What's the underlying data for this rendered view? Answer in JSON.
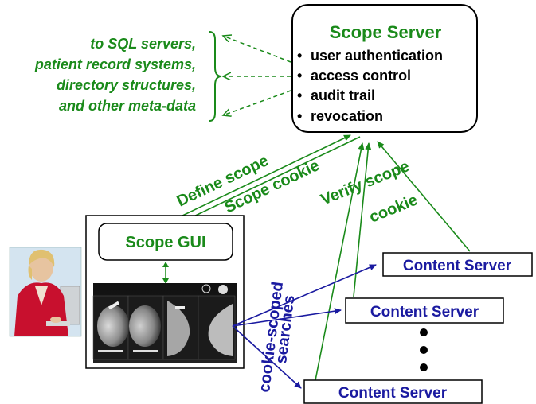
{
  "colors": {
    "green": "#1a8a1a",
    "blue": "#1a1aa0",
    "black": "#000000"
  },
  "meta_data_note": {
    "lines": [
      "to SQL servers,",
      "patient record systems,",
      "directory structures,",
      "and other meta-data"
    ]
  },
  "scope_server": {
    "title": "Scope Server",
    "features": [
      "user authentication",
      "access control",
      "audit trail",
      "revocation"
    ],
    "bullet": "•"
  },
  "scope_gui": {
    "title": "Scope GUI"
  },
  "arrow_labels": {
    "define_scope": "Define scope",
    "scope_cookie": "Scope cookie",
    "verify_scope_cookie_line1": "Verify scope",
    "verify_scope_cookie_line2": "cookie",
    "searches_line1": "cookie-scoped",
    "searches_line2": "searches"
  },
  "content_servers": [
    {
      "label": "Content Server"
    },
    {
      "label": "Content Server"
    },
    {
      "label": "Content Server"
    }
  ],
  "ellipsis_icon": "vertical-ellipsis-icon",
  "user_icon": "user-at-computer-photo-icon",
  "mammogram_icon": "mammogram-images-icon"
}
